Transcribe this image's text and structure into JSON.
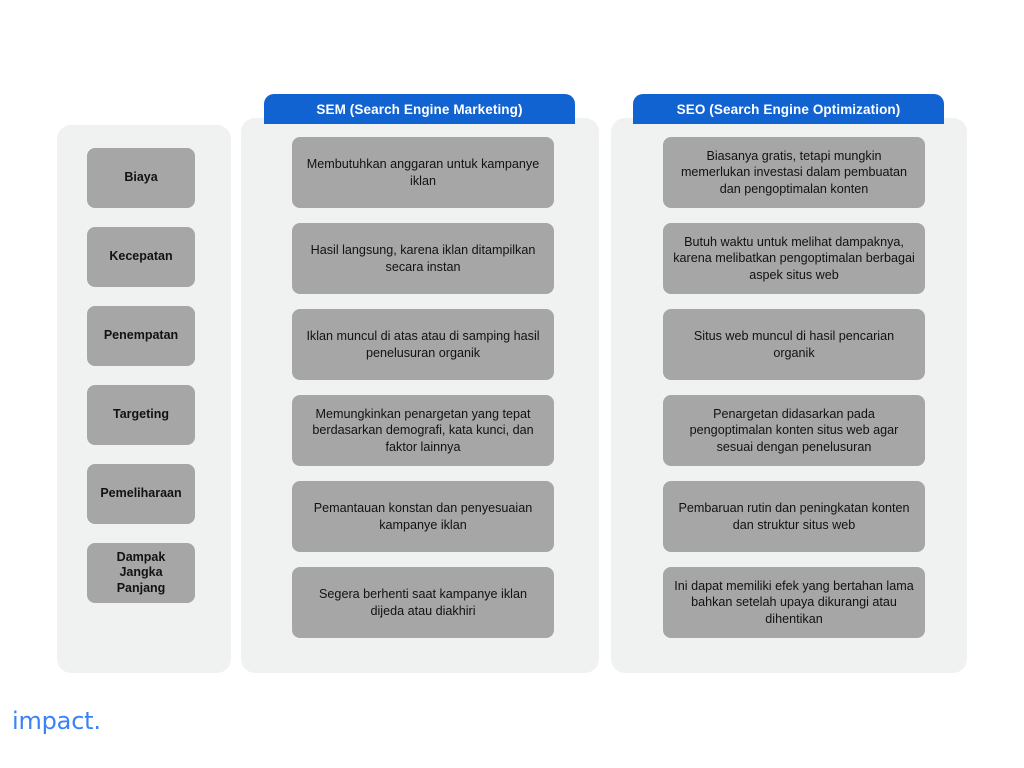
{
  "brand": {
    "name": "impact.",
    "color": "#3b82f6"
  },
  "theme": {
    "accent": "#1263d2",
    "panel_bg": "#f0f1f1",
    "cell_bg": "#a6a6a6",
    "page_bg": "#ffffff",
    "text": "#121212",
    "header_text": "#ffffff"
  },
  "columns": {
    "labels_header": "",
    "sem_header": "SEM (Search Engine Marketing)",
    "seo_header": "SEO (Search Engine Optimization)"
  },
  "rows": [
    {
      "label": "Biaya",
      "sem": "Membutuhkan anggaran untuk kampanye iklan",
      "seo": "Biasanya gratis, tetapi mungkin memerlukan investasi dalam pembuatan dan pengoptimalan konten"
    },
    {
      "label": "Kecepatan",
      "sem": "Hasil langsung, karena iklan ditampilkan secara instan",
      "seo": "Butuh waktu untuk melihat dampaknya, karena melibatkan pengoptimalan berbagai aspek situs web"
    },
    {
      "label": "Penempatan",
      "sem": "Iklan muncul di atas atau di samping hasil penelusuran organik",
      "seo": "Situs web muncul di hasil pencarian organik"
    },
    {
      "label": "Targeting",
      "sem": "Memungkinkan penargetan yang tepat berdasarkan demografi, kata kunci, dan faktor lainnya",
      "seo": "Penargetan didasarkan pada pengoptimalan konten situs web agar sesuai dengan penelusuran"
    },
    {
      "label": "Pemeliharaan",
      "sem": "Pemantauan konstan dan penyesuaian kampanye iklan",
      "seo": "Pembaruan rutin dan peningkatan konten dan struktur situs web"
    },
    {
      "label": "Dampak Jangka Panjang",
      "sem": "Segera berhenti saat kampanye iklan dijeda atau diakhiri",
      "seo": "Ini dapat memiliki efek yang bertahan lama bahkan setelah upaya dikurangi atau dihentikan"
    }
  ]
}
